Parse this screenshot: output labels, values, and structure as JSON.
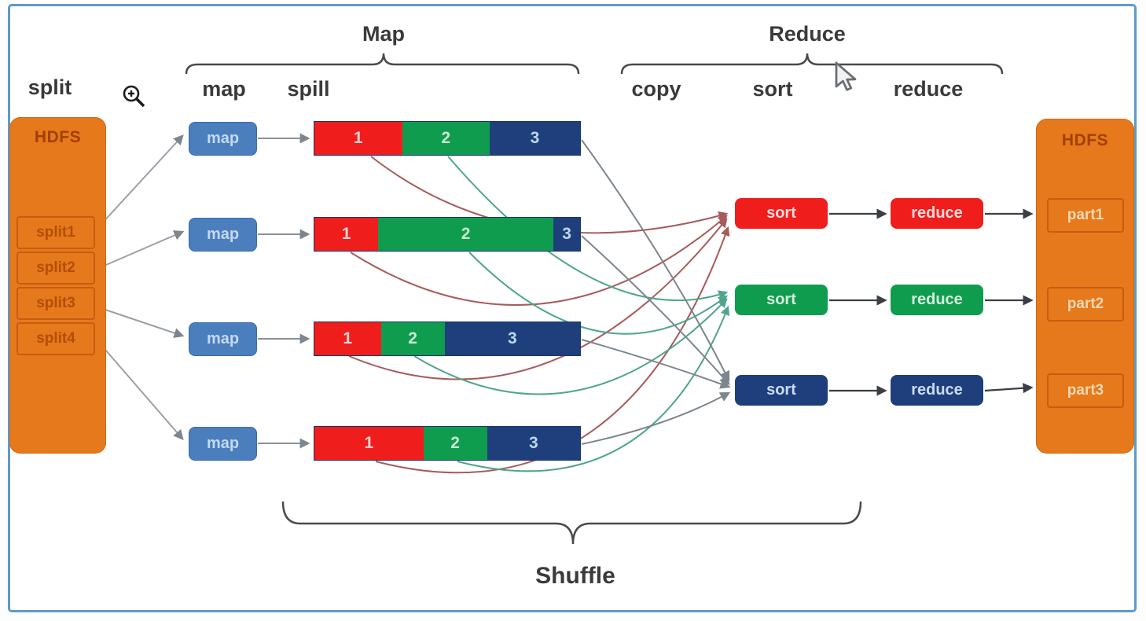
{
  "stage_labels": {
    "split": "split",
    "map_group": "Map",
    "map": "map",
    "spill": "spill",
    "reduce_group": "Reduce",
    "copy": "copy",
    "sort": "sort",
    "reduce": "reduce",
    "shuffle": "Shuffle"
  },
  "hdfs_input": {
    "title": "HDFS",
    "blocks": [
      "split1",
      "split2",
      "split3",
      "split4"
    ]
  },
  "hdfs_output": {
    "title": "HDFS",
    "blocks": [
      "part1",
      "part2",
      "part3"
    ]
  },
  "mappers": [
    {
      "label": "map"
    },
    {
      "label": "map"
    },
    {
      "label": "map"
    },
    {
      "label": "map"
    }
  ],
  "spills": [
    {
      "segments": [
        {
          "label": "1",
          "width_pct": 33
        },
        {
          "label": "2",
          "width_pct": 33
        },
        {
          "label": "3",
          "width_pct": 34
        }
      ]
    },
    {
      "segments": [
        {
          "label": "1",
          "width_pct": 24
        },
        {
          "label": "2",
          "width_pct": 66
        },
        {
          "label": "3",
          "width_pct": 10
        }
      ]
    },
    {
      "segments": [
        {
          "label": "1",
          "width_pct": 25
        },
        {
          "label": "2",
          "width_pct": 24
        },
        {
          "label": "3",
          "width_pct": 51
        }
      ]
    },
    {
      "segments": [
        {
          "label": "1",
          "width_pct": 41
        },
        {
          "label": "2",
          "width_pct": 24
        },
        {
          "label": "3",
          "width_pct": 35
        }
      ]
    }
  ],
  "reducers": [
    {
      "sort_label": "sort",
      "reduce_label": "reduce",
      "partition_color": "#f01d1d"
    },
    {
      "sort_label": "sort",
      "reduce_label": "reduce",
      "partition_color": "#109c4e"
    },
    {
      "sort_label": "sort",
      "reduce_label": "reduce",
      "partition_color": "#1e3f7c"
    }
  ],
  "colors": {
    "partition1_red": "#f01d1d",
    "partition2_green": "#109c4e",
    "partition3_navy": "#1e3f7c",
    "hdfs_orange": "#e6791b",
    "mapper_blue": "#4a7ebd",
    "frame_blue": "#5e9bc8",
    "flow_red": "#a85b5b",
    "flow_teal": "#4fa58e",
    "flow_gray": "#7d868e"
  },
  "icons": {
    "zoom": "zoom-in-icon",
    "cursor": "cursor-icon"
  }
}
